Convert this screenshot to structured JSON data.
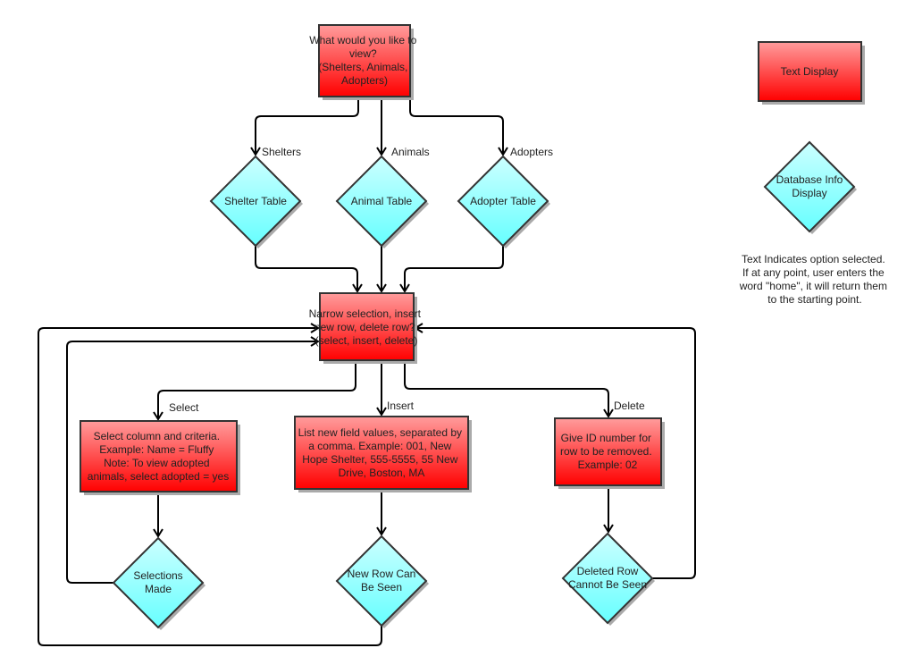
{
  "colors": {
    "process_top": "#ff9c9c",
    "process_bottom": "#ff0000",
    "data_top": "#ccffff",
    "data_bottom": "#66ffff",
    "border": "#333333"
  },
  "nodes": {
    "start": [
      "What would you like to",
      "view?",
      "(Shelters, Animals,",
      "Adopters)"
    ],
    "shelter_table": [
      "Shelter Table"
    ],
    "animal_table": [
      "Animal Table"
    ],
    "adopter_table": [
      "Adopter Table"
    ],
    "action": [
      "Narrow selection, insert",
      "new row, delete row?",
      "(select, insert, delete)"
    ],
    "select": [
      "Select column and criteria.",
      "Example: Name = Fluffy",
      "Note: To view adopted",
      "animals, select adopted = yes"
    ],
    "insert": [
      "List new field values, separated by",
      "a comma.  Example: 001, New",
      "Hope Shelter, 555-5555, 55 New",
      "Drive, Boston, MA"
    ],
    "delete": [
      "Give ID number for",
      "row to be removed.",
      "Example: 02"
    ],
    "selections_made": [
      "Selections",
      "Made"
    ],
    "new_row": [
      "New Row Can",
      "Be Seen"
    ],
    "deleted_row": [
      "Deleted Row",
      "Cannot Be Seen"
    ]
  },
  "edge_labels": {
    "shelters": "Shelters",
    "animals": "Animals",
    "adopters": "Adopters",
    "select": "Select",
    "insert": "Insert",
    "delete": "Delete"
  },
  "legend": {
    "text_display": "Text Display",
    "db_display": [
      "Database Info",
      "Display"
    ],
    "note": [
      "Text Indicates option selected.",
      "If at any point, user enters the",
      "word \"home\", it will return them",
      "to the starting point."
    ]
  }
}
